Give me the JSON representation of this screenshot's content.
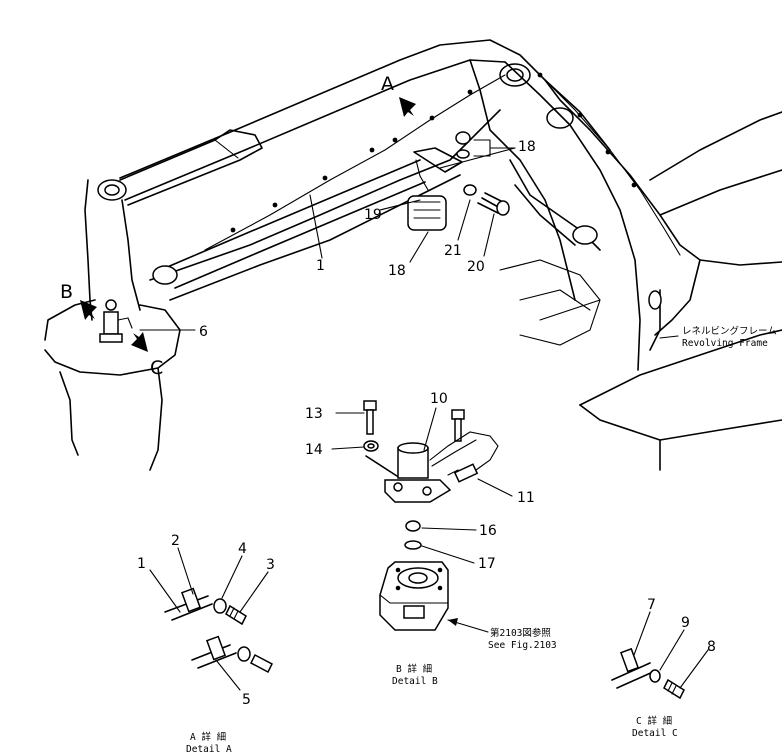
{
  "view_labels": {
    "a": "A",
    "b": "B",
    "c": "C"
  },
  "callouts": {
    "n1_top": "1",
    "n6": "6",
    "n18_a": "18",
    "n18_b": "18",
    "n19": "19",
    "n20": "20",
    "n21": "21",
    "n10": "10",
    "n11": "11",
    "n13": "13",
    "n14": "14",
    "n16": "16",
    "n17": "17",
    "n1_detail": "1",
    "n2": "2",
    "n3": "3",
    "n4": "4",
    "n5": "5",
    "n7": "7",
    "n8": "8",
    "n9": "9"
  },
  "notes": {
    "frame_jp": "レネルビングフレーム",
    "frame_en": "Revolving Frame",
    "see_jp": "第2103図参照",
    "see_en": "See Fig.2103",
    "detail_a_jp": "A 詳 細",
    "detail_a_en": "Detail A",
    "detail_b_jp": "B 詳 細",
    "detail_b_en": "Detail B",
    "detail_c_jp": "C 詳 細",
    "detail_c_en": "Detail C"
  }
}
